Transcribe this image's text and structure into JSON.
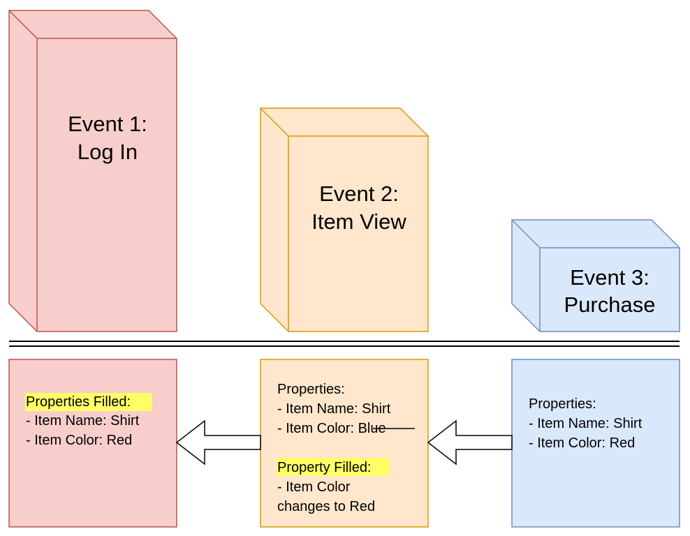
{
  "events": [
    {
      "id": "event-1",
      "title": "Event 1:",
      "name": "Log In",
      "fill": "#f8cecc",
      "side": "#f8cecc",
      "stroke": "#b85450"
    },
    {
      "id": "event-2",
      "title": "Event 2:",
      "name": "Item View",
      "fill": "#ffe6cc",
      "side": "#ffe6cc",
      "stroke": "#d79b00"
    },
    {
      "id": "event-3",
      "title": "Event 3:",
      "name": "Purchase",
      "fill": "#dae8fc",
      "side": "#dae8fc",
      "stroke": "#6c8ebf"
    }
  ],
  "panels": {
    "login": {
      "highlight": "Properties Filled:",
      "lines": [
        "- Item Name: Shirt",
        "- Item Color: Red"
      ]
    },
    "item_view": {
      "header": "Properties:",
      "line_name": "- Item Name: Shirt",
      "color_prefix": "- Item Color: ",
      "color_struck": "Blue",
      "highlight": "Property Filled:",
      "fill_lines": [
        "- Item Color",
        "changes to Red"
      ]
    },
    "purchase": {
      "header": "Properties:",
      "lines": [
        "- Item Name: Shirt",
        "- Item Color: Red"
      ]
    }
  },
  "colors": {
    "highlight": "#ffff66",
    "separator": "#000000",
    "arrow_fill": "#ffffff",
    "arrow_stroke": "#000000"
  }
}
